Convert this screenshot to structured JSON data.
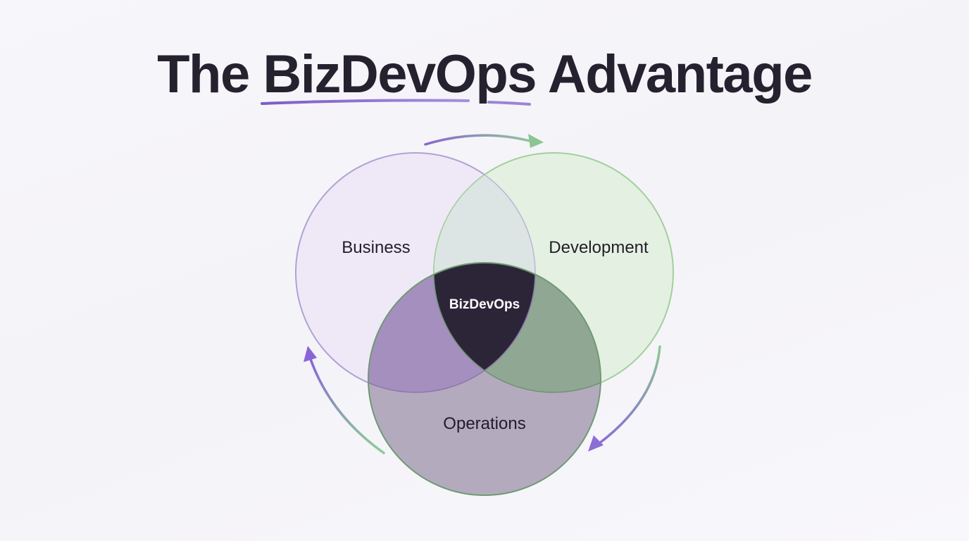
{
  "header": {
    "title": "The BizDevOps Advantage",
    "title_highlight": "BizDevOps"
  },
  "diagram": {
    "type": "venn",
    "circles": [
      {
        "label": "Business",
        "color": "#b8a2d8",
        "fill": "#efe9f7"
      },
      {
        "label": "Development",
        "color": "#9ccc96",
        "fill": "#e3f1e1"
      },
      {
        "label": "Operations",
        "color": "#6e9a72",
        "fill": "#b2a8bc"
      }
    ],
    "center_label": "BizDevOps",
    "center_color": "#2c2538",
    "cycle_arrows": [
      {
        "from": "Business",
        "to": "Development"
      },
      {
        "from": "Development",
        "to": "Operations"
      },
      {
        "from": "Operations",
        "to": "Business"
      }
    ],
    "accent_purple": "#8a6cd0",
    "accent_green": "#8cc891"
  }
}
